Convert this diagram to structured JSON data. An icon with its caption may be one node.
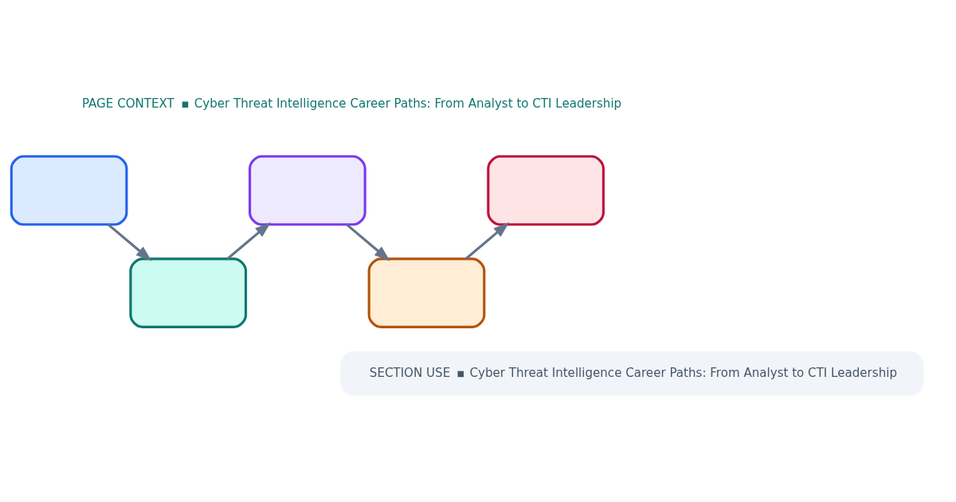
{
  "diagram": {
    "nodes": [
      {
        "text": [],
        "shape": "box"
      },
      {
        "text": [],
        "shape": "box"
      },
      {
        "text": [],
        "shape": "box"
      },
      {
        "text": [],
        "shape": "box"
      },
      {
        "text": [],
        "shape": "box"
      },
      {
        "text": [
          "SECTION USE",
          "Cyber Threat Intelligence Career Paths: From Analyst to CTI Leadership"
        ]
      }
    ],
    "edges": [
      {
        "from": 0,
        "to": 1,
        "arrow": "to"
      },
      {
        "from": 1,
        "to": 2,
        "arrow": "to"
      },
      {
        "from": 2,
        "to": 3,
        "arrow": "to"
      },
      {
        "from": 3,
        "to": 4,
        "arrow": "to"
      }
    ],
    "labels": [
      "PAGE CONTEXT",
      "Cyber Threat Intelligence Career Paths: From Analyst to CTI Leadership"
    ]
  }
}
